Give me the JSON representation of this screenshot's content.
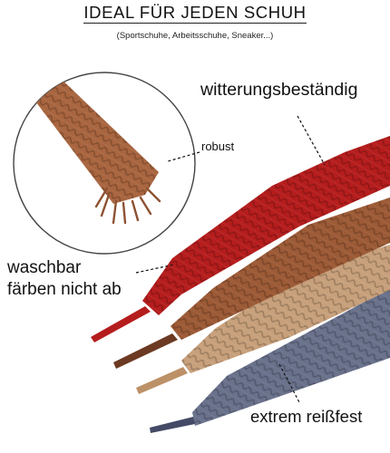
{
  "header": {
    "title": "IDEAL FÜR JEDEN SCHUH",
    "subtitle": "(Sportschuhe, Arbeitsschuhe, Sneaker...)"
  },
  "callouts": {
    "weatherproof": "witterungsbeständig",
    "robust": "robust",
    "washable_line1": "waschbar",
    "washable_line2": "färben nicht ab",
    "tearproof": "extrem reißfest"
  },
  "colors": {
    "red_lace": "#b51d1d",
    "brown_lace": "#9c5a36",
    "beige_lace": "#c7a07b",
    "blue_lace": "#69718b",
    "zoom_lace": "#a8653f"
  }
}
